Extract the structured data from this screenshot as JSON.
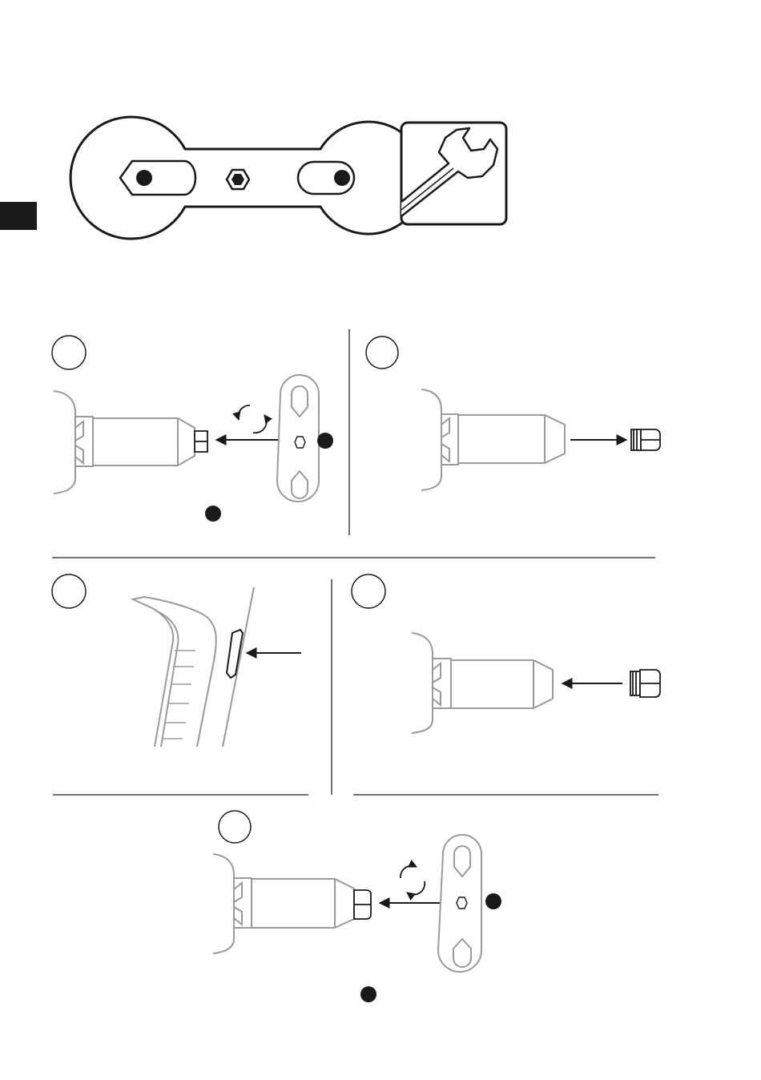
{
  "page": {
    "background": "#ffffff",
    "ink_color": "#1a1a1a",
    "light_line_color": "#9a9a9a",
    "thin_line_color": "#444444"
  },
  "header_figure": {
    "tool_icon": "double-ended-wrench-tool",
    "wrench_icon": "open-end-wrench-icon"
  },
  "steps": [
    {
      "id": "step-1",
      "icons": [
        "nozzle-body",
        "nut",
        "rotate-arrows-icon",
        "wrench-tool",
        "marker-dot",
        "marker-dot"
      ]
    },
    {
      "id": "step-2",
      "icons": [
        "nozzle-body",
        "nut-removed",
        "arrow-right-icon"
      ]
    },
    {
      "id": "step-3",
      "icons": [
        "spray-gun-handle",
        "trigger-lock",
        "arrow-left-icon"
      ]
    },
    {
      "id": "step-4",
      "icons": [
        "nozzle-body",
        "nut",
        "arrow-left-icon"
      ]
    },
    {
      "id": "step-5",
      "icons": [
        "nozzle-body",
        "nut",
        "rotate-arrows-icon",
        "wrench-tool",
        "marker-dot",
        "marker-dot"
      ]
    }
  ]
}
